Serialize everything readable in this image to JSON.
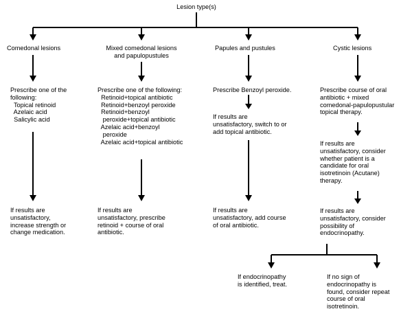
{
  "root": "Lesion type(s)",
  "columns": [
    {
      "name": "Comedonal lesions",
      "step1": "Prescribe one of the\nfollowing:\n  Topical retinoid\n  Azelaic acid\n  Salicylic acid",
      "step2": "If results are\nunsatisfactory,\nincrease strength or\nchange medication."
    },
    {
      "name": "Mixed comedonal lesions\nand papulopustules",
      "step1": "Prescribe one of the following:\n  Retinoid+topical antibiotic\n  Retinoid+benzoyl peroxide\n  Retinoid+benzoyl\n   peroxide+topical antibiotic\n  Azelaic acid+benzoyl\n   peroxide\n  Azelaic acid+topical antibiotic",
      "step2": "If results are\nunsatisfactory, prescribe\nretinoid + course of oral\nantibiotic."
    },
    {
      "name": "Papules and pustules",
      "step1": "Prescribe Benzoyl peroxide.",
      "step2": "If results are\nunsatisfactory, switch to or\nadd topical antibiotic.",
      "step3": "If results are\nunsatisfactory, add course\nof oral antibiotic."
    },
    {
      "name": "Cystic lesions",
      "step1": "Prescribe course of oral\nantibiotic + mixed\ncomedonal-papulopustular\ntopical therapy.",
      "step2": "If results are\nunsatisfactory, consider\nwhether patient is a\ncandidate for oral\nisotretinoin (Acutane)\ntherapy.",
      "step3": "If results are\nunsatisfactory, consider\npossibility of\nendocrinopathy.",
      "branch_left": "If endocrinopathy\nis identified, treat.",
      "branch_right": "If no sign of\nendocrinopathy is\nfound, consider repeat\ncourse of oral\nisotretinoin."
    }
  ]
}
